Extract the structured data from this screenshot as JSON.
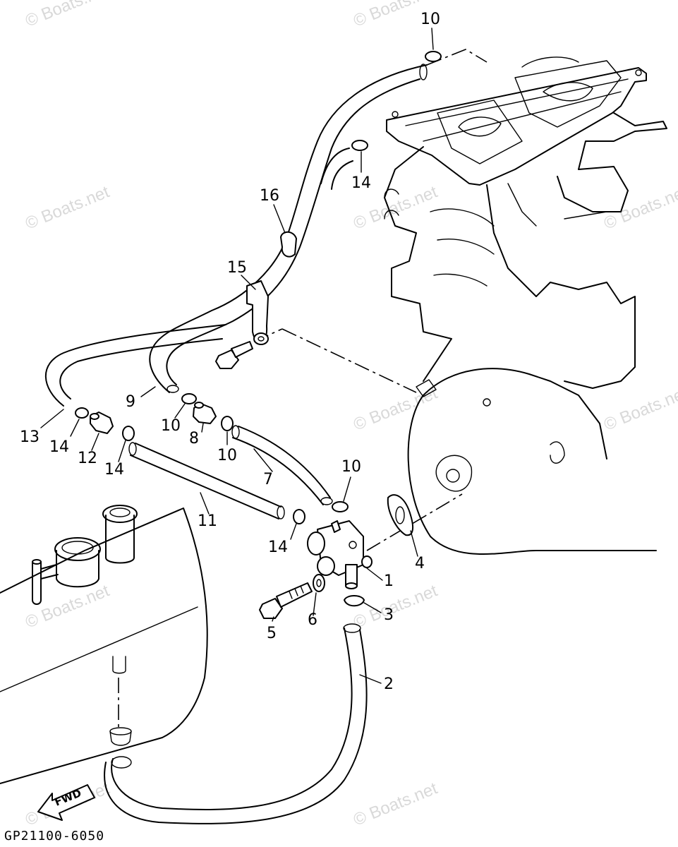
{
  "diagram_code": "GP21100-6050",
  "fwd_label": "FWD",
  "watermarks": [
    "© Boats.net",
    "© Boats.net",
    "© Boats.net",
    "© Boats.net",
    "© Boats.net",
    "© Boats.net",
    "© Boats.net",
    "© Boats.net",
    "© Boats.net",
    "© Boats.net",
    "© Boats.net"
  ],
  "callouts": {
    "c1": "1",
    "c2": "2",
    "c3": "3",
    "c4": "4",
    "c5": "5",
    "c6": "6",
    "c7": "7",
    "c8": "8",
    "c9": "9",
    "c10a": "10",
    "c10b": "10",
    "c10c": "10",
    "c10d": "10",
    "c11": "11",
    "c12": "12",
    "c13": "13",
    "c14a": "14",
    "c14b": "14",
    "c14c": "14",
    "c14d": "14",
    "c15": "15",
    "c16": "16"
  }
}
